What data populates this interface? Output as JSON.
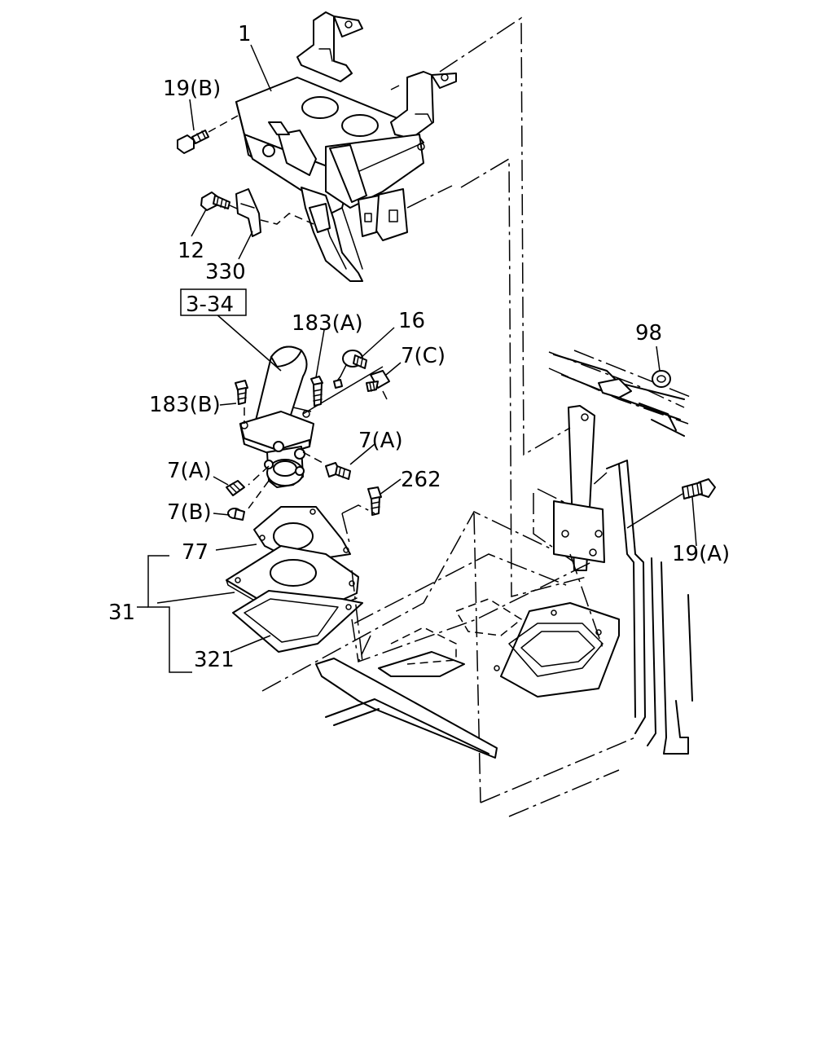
{
  "labels": {
    "bracket": "1",
    "bolt_19b": "19(B)",
    "bolt_12": "12",
    "clip_330": "330",
    "ref_3_34": "3-34",
    "bolt_183a": "183(A)",
    "switch_16": "16",
    "fitting_7c": "7(C)",
    "bolt_183b": "183(B)",
    "fitting_7a_right": "7(A)",
    "fitting_7a_left": "7(A)",
    "fitting_7b": "7(B)",
    "bolt_262": "262",
    "nut_98": "98",
    "bolt_19a": "19(A)",
    "gasket_77": "77",
    "kit_31": "31",
    "plate_321": "321"
  }
}
